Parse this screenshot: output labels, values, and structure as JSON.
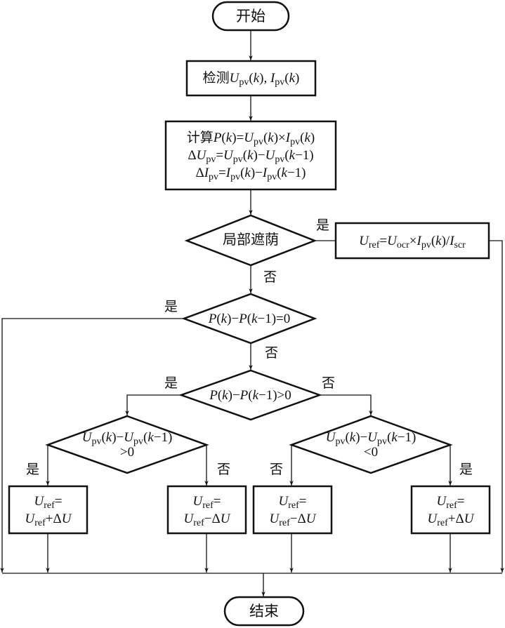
{
  "flowchart": {
    "start": "开始",
    "end": "结束",
    "measure": {
      "prefix": "检测",
      "formula": "U_pv(k), I_pv(k)"
    },
    "compute": {
      "prefix": "计算",
      "lines": [
        "P(k)=U_pv(k)×I_pv(k)",
        "ΔU_pv=U_pv(k)−U_pv(k−1)",
        "ΔI_pv=I_pv(k)−I_pv(k−1)"
      ]
    },
    "decision_shading": "局部遮荫",
    "shading_action": "U_ref=U_ocr×I_pv(k)/I_scr",
    "decision_power_equal": "P(k)−P(k−1)=0",
    "decision_power_increase": "P(k)−P(k−1)>0",
    "decision_voltage_increase": {
      "line1": "U_pv(k)−U_pv(k−1)",
      "line2": ">0"
    },
    "decision_voltage_decrease": {
      "line1": "U_pv(k)−U_pv(k−1)",
      "line2": "<0"
    },
    "action_plus": {
      "line1": "U_ref=",
      "line2": "U_ref+ΔU"
    },
    "action_minus": {
      "line1": "U_ref=",
      "line2": "U_ref−ΔU"
    },
    "labels": {
      "yes": "是",
      "no": "否"
    }
  }
}
